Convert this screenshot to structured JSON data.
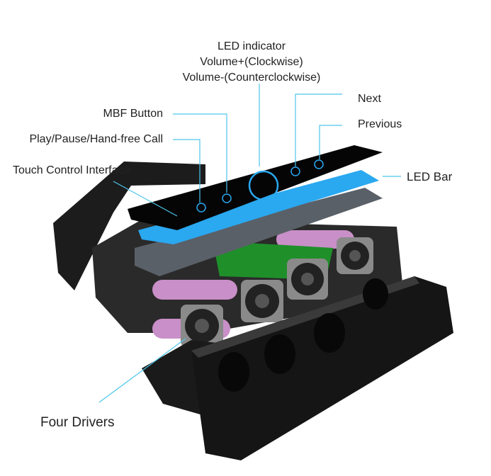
{
  "labels": {
    "led_indicator": "LED indicator",
    "volume_up": "Volume+(Clockwise)",
    "volume_down": "Volume-(Counterclockwise)",
    "next": "Next",
    "previous": "Previous",
    "mbf_button": "MBF Button",
    "play_pause": "Play/Pause/Hand-free Call",
    "touch_control": "Touch Control Interface",
    "led_bar": "LED Bar",
    "four_drivers": "Four Drivers"
  },
  "colors": {
    "leader": "#4cc6ea",
    "led_blue": "#2aa8f0",
    "battery": "#c98fc8",
    "pcb": "#1f8f2a",
    "shell": "#1a1a1a"
  }
}
